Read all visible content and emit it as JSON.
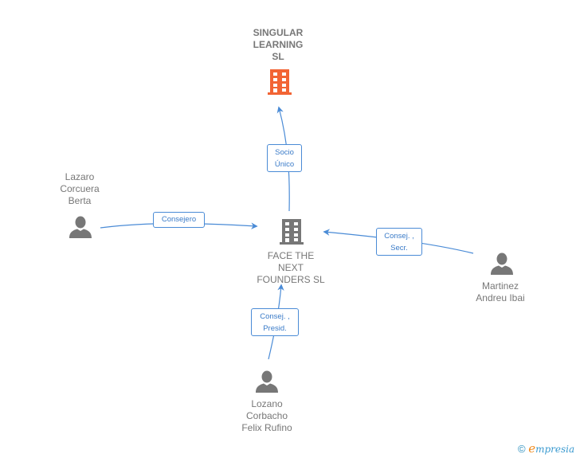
{
  "nodes": {
    "singular": {
      "label": "SINGULAR\nLEARNING\nSL",
      "type": "company",
      "color": "#f26434"
    },
    "face": {
      "label": "FACE THE\nNEXT\nFOUNDERS  SL",
      "type": "company",
      "color": "#777777"
    },
    "lazaro": {
      "label": "Lazaro\nCorcuera\nBerta",
      "type": "person"
    },
    "martinez": {
      "label": "Martinez\nAndreu Ibai",
      "type": "person"
    },
    "lozano": {
      "label": "Lozano\nCorbacho\nFelix Rufino",
      "type": "person"
    }
  },
  "edges": {
    "face_to_singular": {
      "label": "Socio\nÚnico",
      "from": "FACE THE NEXT FOUNDERS SL",
      "to": "SINGULAR LEARNING SL"
    },
    "lazaro_to_face": {
      "label": "Consejero",
      "from": "Lazaro Corcuera Berta",
      "to": "FACE THE NEXT FOUNDERS SL"
    },
    "martinez_to_face": {
      "label": "Consej. ,\nSecr.",
      "from": "Martinez Andreu Ibai",
      "to": "FACE THE NEXT FOUNDERS SL"
    },
    "lozano_to_face": {
      "label": "Consej. ,\nPresid.",
      "from": "Lozano Corbacho Felix Rufino",
      "to": "FACE THE NEXT FOUNDERS SL"
    }
  },
  "colors": {
    "edge": "#4a8bd6",
    "person_icon": "#777777",
    "highlight_company": "#f26434"
  },
  "footer": {
    "copyright": "©",
    "brand_initial": "e",
    "brand_rest": "mpresia"
  }
}
